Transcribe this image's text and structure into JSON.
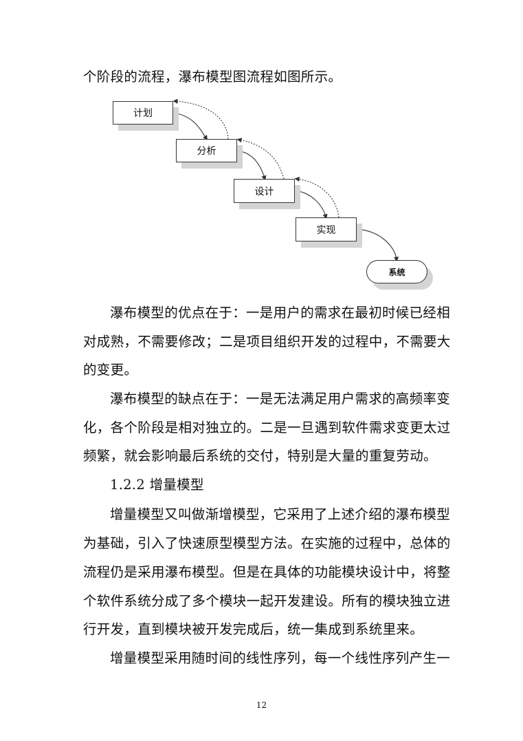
{
  "paragraphs": [
    "个阶段的流程，瀑布模型图流程如图所示。",
    "瀑布模型的优点在于：一是用户的需求在最初时候已经相",
    "对成熟，不需要修改；二是项目组织开发的过程中，不需要大",
    "的变更。",
    "瀑布模型的缺点在于：一是无法满足用户需求的高频率变",
    "化，各个阶段是相对独立的。二是一旦遇到软件需求变更太过",
    "频繁，就会影响最后系统的交付，特别是大量的重复劳动。",
    "1.2.2 增量模型",
    "增量模型又叫做渐增模型，它采用了上述介绍的瀑布模型",
    "为基础，引入了快速原型模型方法。在实施的过程中，总体的",
    "流程仍是采用瀑布模型。但是在具体的功能模块设计中，将整",
    "个软件系统分成了多个模块一起开发建设。所有的模块独立进",
    "行开发，直到模块被开发完成后，统一集成到系统里来。",
    "增量模型采用随时间的线性序列，每一个线性序列产生一"
  ],
  "diagram": {
    "stages": [
      "计划",
      "分析",
      "设计",
      "实现"
    ],
    "end": "系统"
  },
  "page_number": "12"
}
